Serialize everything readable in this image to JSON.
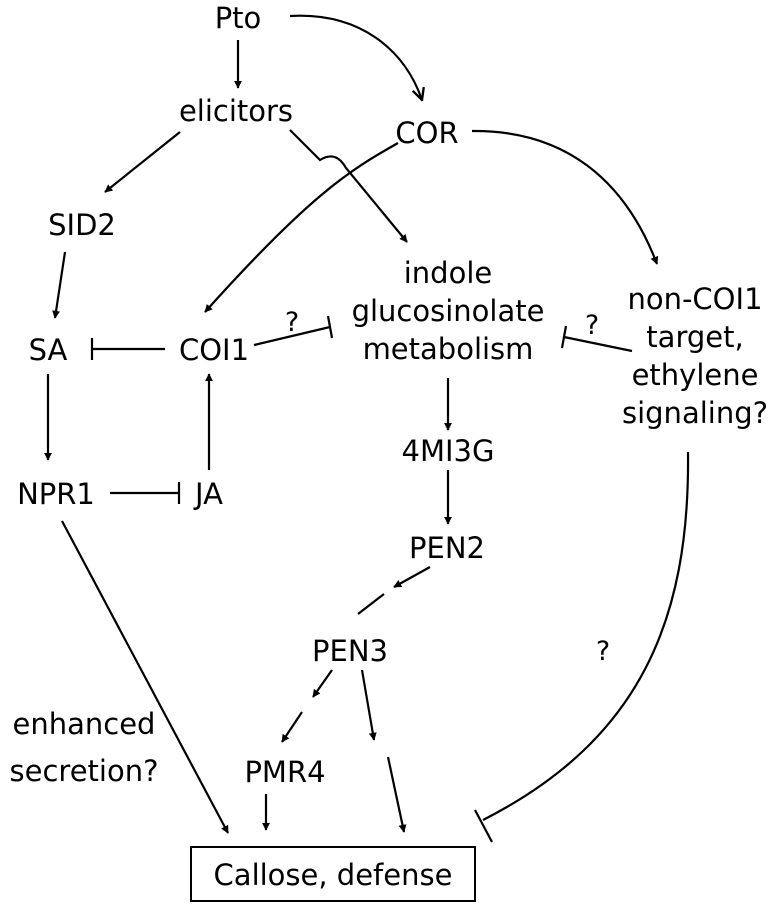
{
  "nodes": {
    "pto": "Pto",
    "elicitors": "elicitors",
    "cor": "COR",
    "sid2": "SID2",
    "indole_1": "indole",
    "indole_2": "glucosinolate",
    "indole_3": "metabolism",
    "sa": "SA",
    "coi1": "COI1",
    "noncoi1_1": "non-COI1",
    "noncoi1_2": "target,",
    "noncoi1_3": "ethylene",
    "noncoi1_4": "signaling?",
    "mi3g": "4MI3G",
    "npr1": "NPR1",
    "ja": "JA",
    "pen2": "PEN2",
    "pen3": "PEN3",
    "secretion_1": "enhanced",
    "secretion_2": "secretion?",
    "pmr4": "PMR4",
    "callose": "Callose, defense"
  },
  "question_marks": {
    "coi1_to_indole": "?",
    "noncoi1_to_indole": "?",
    "noncoi1_to_callose": "?"
  },
  "edges": [
    {
      "from": "Pto",
      "to": "elicitors",
      "type": "activation"
    },
    {
      "from": "Pto",
      "to": "COR",
      "type": "activation"
    },
    {
      "from": "elicitors",
      "to": "SID2",
      "type": "activation"
    },
    {
      "from": "elicitors",
      "to": "indole glucosinolate metabolism",
      "type": "activation"
    },
    {
      "from": "COR",
      "to": "COI1",
      "type": "activation"
    },
    {
      "from": "COR",
      "to": "non-COI1 target, ethylene signaling?",
      "type": "activation"
    },
    {
      "from": "SID2",
      "to": "SA",
      "type": "activation"
    },
    {
      "from": "COI1",
      "to": "SA",
      "type": "inhibition"
    },
    {
      "from": "COI1",
      "to": "indole glucosinolate metabolism",
      "type": "inhibition"
    },
    {
      "from": "non-COI1 target, ethylene signaling?",
      "to": "indole glucosinolate metabolism",
      "type": "inhibition"
    },
    {
      "from": "SA",
      "to": "NPR1",
      "type": "activation"
    },
    {
      "from": "NPR1",
      "to": "JA",
      "type": "inhibition"
    },
    {
      "from": "JA",
      "to": "COI1",
      "type": "activation"
    },
    {
      "from": "indole glucosinolate metabolism",
      "to": "4MI3G",
      "type": "activation"
    },
    {
      "from": "4MI3G",
      "to": "PEN2",
      "type": "activation"
    },
    {
      "from": "PEN2",
      "to": "PEN3",
      "type": "activation"
    },
    {
      "from": "PEN3",
      "to": "PMR4",
      "type": "activation"
    },
    {
      "from": "PEN3",
      "to": "Callose, defense",
      "type": "activation"
    },
    {
      "from": "PMR4",
      "to": "Callose, defense",
      "type": "activation"
    },
    {
      "from": "NPR1",
      "to": "Callose, defense",
      "type": "activation"
    },
    {
      "from": "non-COI1 target, ethylene signaling?",
      "to": "Callose, defense",
      "type": "inhibition"
    }
  ]
}
